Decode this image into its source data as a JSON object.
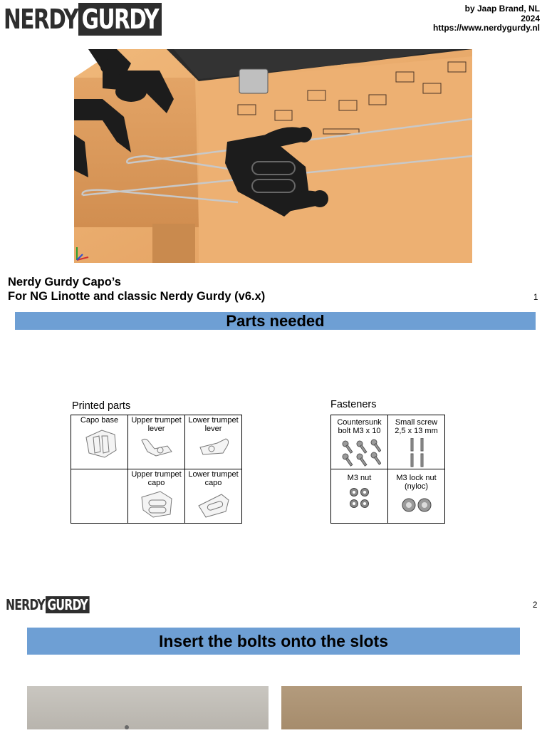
{
  "logo": {
    "part1": "NERDY",
    "part2": "GURDY"
  },
  "byline": {
    "author": "by Jaap Brand, NL",
    "year": "2024",
    "url": "https://www.nerdygurdy.nl"
  },
  "title": {
    "line1": "Nerdy Gurdy Capo’s",
    "line2": "For NG Linotte and classic Nerdy Gurdy (v6.x)"
  },
  "page1_number": "1",
  "section1": {
    "heading": "Parts needed"
  },
  "printed_parts": {
    "caption": "Printed parts",
    "cells": [
      [
        "Capo base",
        "Upper trumpet lever",
        "Lower trumpet lever"
      ],
      [
        "",
        "Upper trumpet capo",
        "Lower trumpet capo"
      ]
    ]
  },
  "fasteners": {
    "caption": "Fasteners",
    "cells": [
      [
        "Countersunk bolt M3 x 10",
        "Small screw 2,5 x 13 mm"
      ],
      [
        "M3 nut",
        "M3 lock nut (nyloc)"
      ]
    ]
  },
  "page2_number": "2",
  "section2": {
    "heading": "Insert the bolts onto the slots"
  },
  "colors": {
    "band": "#6e9fd4",
    "wood": "#e8a868",
    "dark_part": "#1e1e1e"
  }
}
